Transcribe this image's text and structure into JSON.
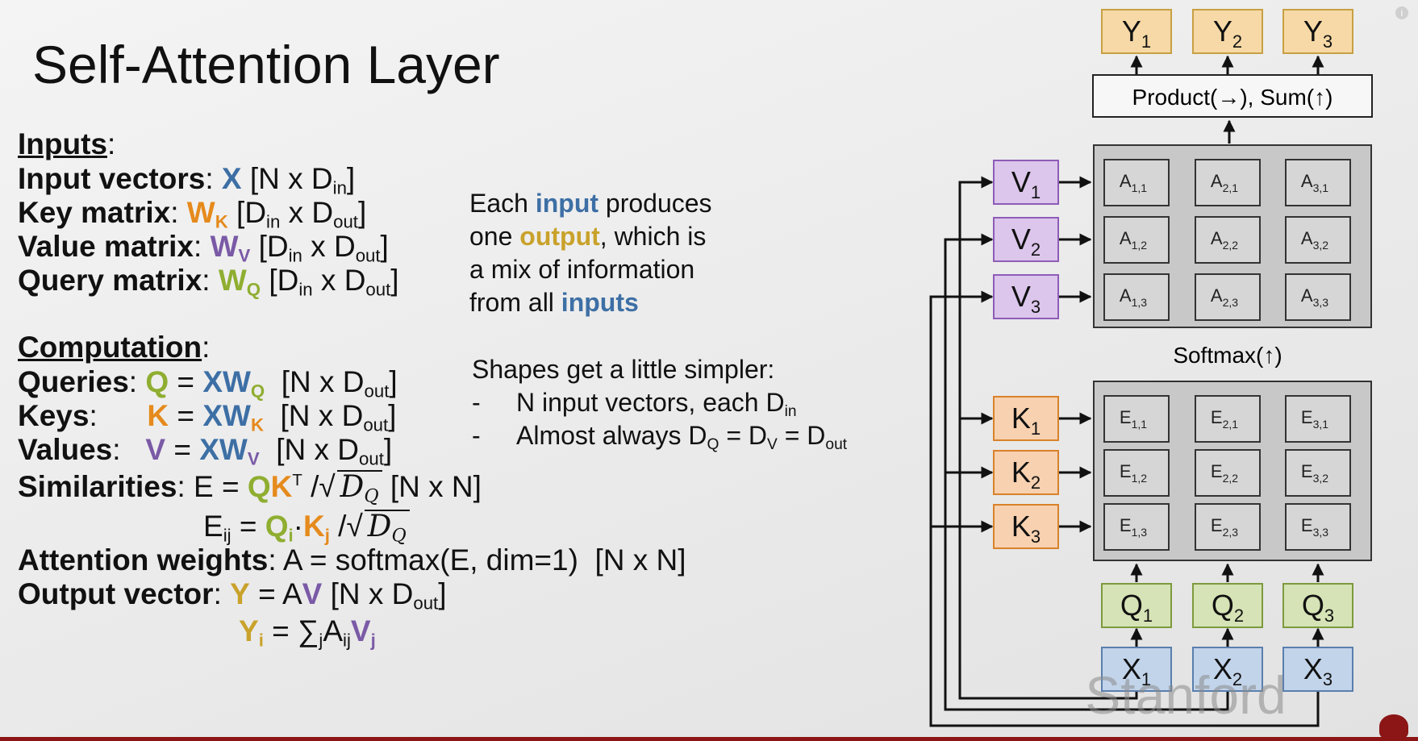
{
  "slide": {
    "title": "Self-Attention Layer",
    "watermark": "Stanford"
  },
  "inputs": {
    "heading": "Inputs",
    "input_vectors": {
      "label": "Input vectors",
      "symbol": "X",
      "shape": "N x D",
      "shape_sub": "in"
    },
    "key_matrix": {
      "label": "Key matrix",
      "symbol": "W",
      "sub": "K",
      "shape_a": "D",
      "shape_a_sub": "in",
      "shape_b": "D",
      "shape_b_sub": "out"
    },
    "value_matrix": {
      "label": "Value matrix",
      "symbol": "W",
      "sub": "V",
      "shape_a": "D",
      "shape_a_sub": "in",
      "shape_b": "D",
      "shape_b_sub": "out"
    },
    "query_matrix": {
      "label": "Query matrix",
      "symbol": "W",
      "sub": "Q",
      "shape_a": "D",
      "shape_a_sub": "in",
      "shape_b": "D",
      "shape_b_sub": "out"
    }
  },
  "computation": {
    "heading": "Computation",
    "queries_label": "Queries",
    "keys_label": "Keys",
    "values_label": "Values",
    "similarities_label": "Similarities",
    "attention_label": "Attention weights",
    "attention_formula": "A = softmax(E, dim=1)",
    "attention_shape": "[N x N]",
    "output_label": "Output vector",
    "shape_nn": "[N x N]"
  },
  "notes": {
    "mix_line1_pre": "Each ",
    "mix_line1_word": "input",
    "mix_line1_post": " produces",
    "mix_line2_pre": "one ",
    "mix_line2_word": "output",
    "mix_line2_post": ", which is",
    "mix_line3": "a mix of information",
    "mix_line4_pre": "from all ",
    "mix_line4_word": "inputs",
    "shapes_heading": "Shapes get a little simpler:",
    "shapes_item1": "N input vectors, each D",
    "shapes_item1_sub": "in",
    "shapes_item2": "Almost always D",
    "dash": "-"
  },
  "diagram": {
    "product_sum_label": "Product(→), Sum(↑)",
    "softmax_label": "Softmax(↑)",
    "outputs": [
      "Y",
      "Y",
      "Y"
    ],
    "values": [
      "V",
      "V",
      "V"
    ],
    "keys": [
      "K",
      "K",
      "K"
    ],
    "queries": [
      "Q",
      "Q",
      "Q"
    ],
    "inputs": [
      "X",
      "X",
      "X"
    ],
    "indices": [
      "1",
      "2",
      "3"
    ],
    "attention_cells": [
      [
        "1,1",
        "2,1",
        "3,1"
      ],
      [
        "1,2",
        "2,2",
        "3,2"
      ],
      [
        "1,3",
        "2,3",
        "3,3"
      ]
    ],
    "colors": {
      "output": "#f6d9a6",
      "output_border": "#c8a043",
      "value": "#dcc6ec",
      "value_border": "#8e5cb8",
      "key": "#f7d1b0",
      "key_border": "#d9822b",
      "query": "#d6e3b6",
      "query_border": "#7e9a3d",
      "input": "#c2d4ea",
      "input_border": "#5a7fae"
    }
  }
}
